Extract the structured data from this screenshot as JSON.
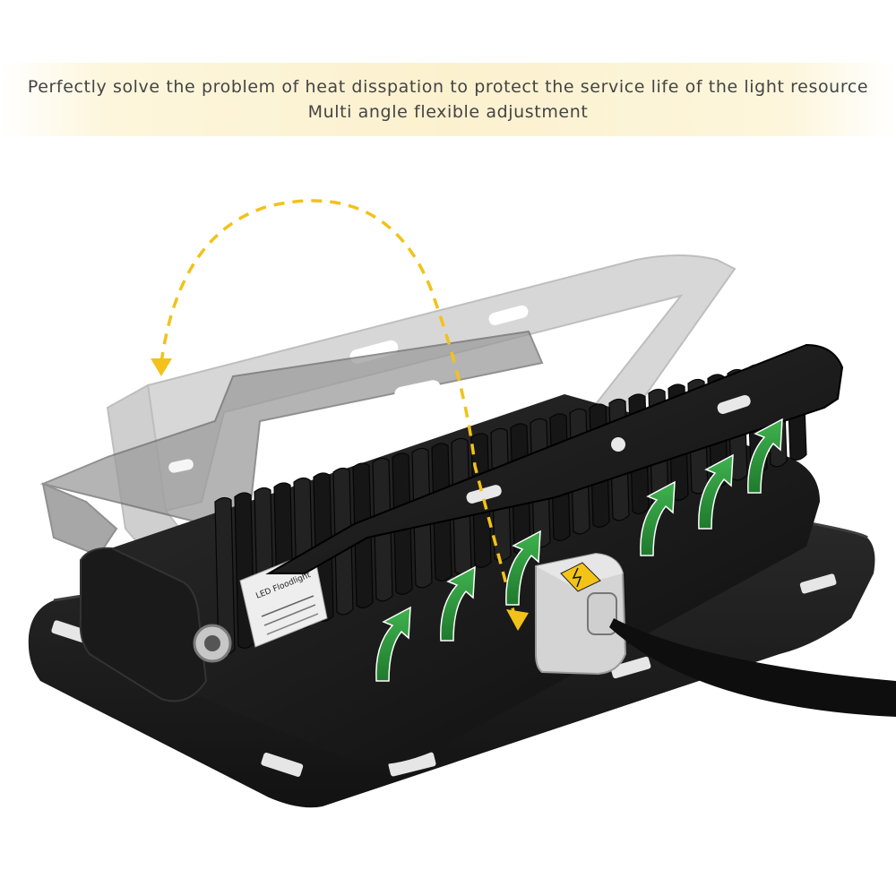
{
  "banner": {
    "line1": "Perfectly solve the problem of heat disspation to protect the service life of the light resource",
    "line2": "Multi angle flexible adjustment"
  },
  "product": {
    "label_title": "LED Floodlight"
  },
  "colors": {
    "housing": "#1c1c1c",
    "fins": "#0f0f0f",
    "airflow_arrows": "#2e9b3e",
    "rotation_arrow": "#f2c21a",
    "bracket_ghost": "#9a9a9a",
    "banner": "#fcf1cf"
  },
  "icons": [
    "rotation-arrow-icon",
    "airflow-arrow-icon",
    "high-voltage-warning-icon"
  ]
}
